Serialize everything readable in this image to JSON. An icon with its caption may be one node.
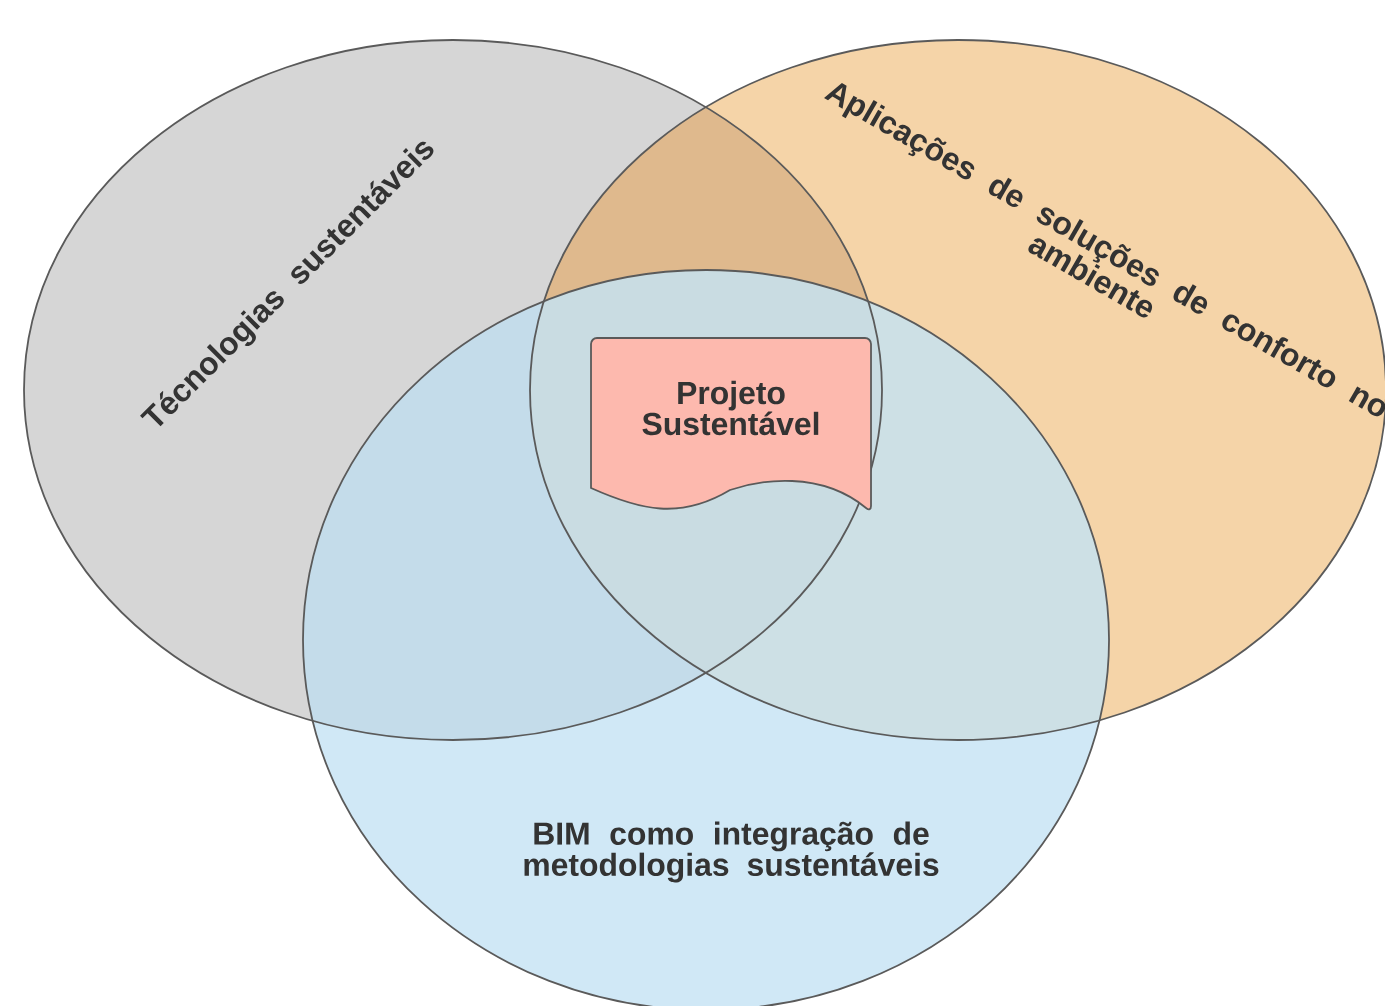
{
  "diagram": {
    "nodes": [
      {
        "text": [
          "Técnologias sustentáveis"
        ]
      },
      {
        "text": [
          "Aplicações de soluções de conforto no ambiente"
        ]
      },
      {
        "text": [
          "BIM como integração de metodologias sustentáveis"
        ]
      },
      {
        "text": [
          "Projeto Sustentável"
        ]
      }
    ],
    "edges": []
  }
}
